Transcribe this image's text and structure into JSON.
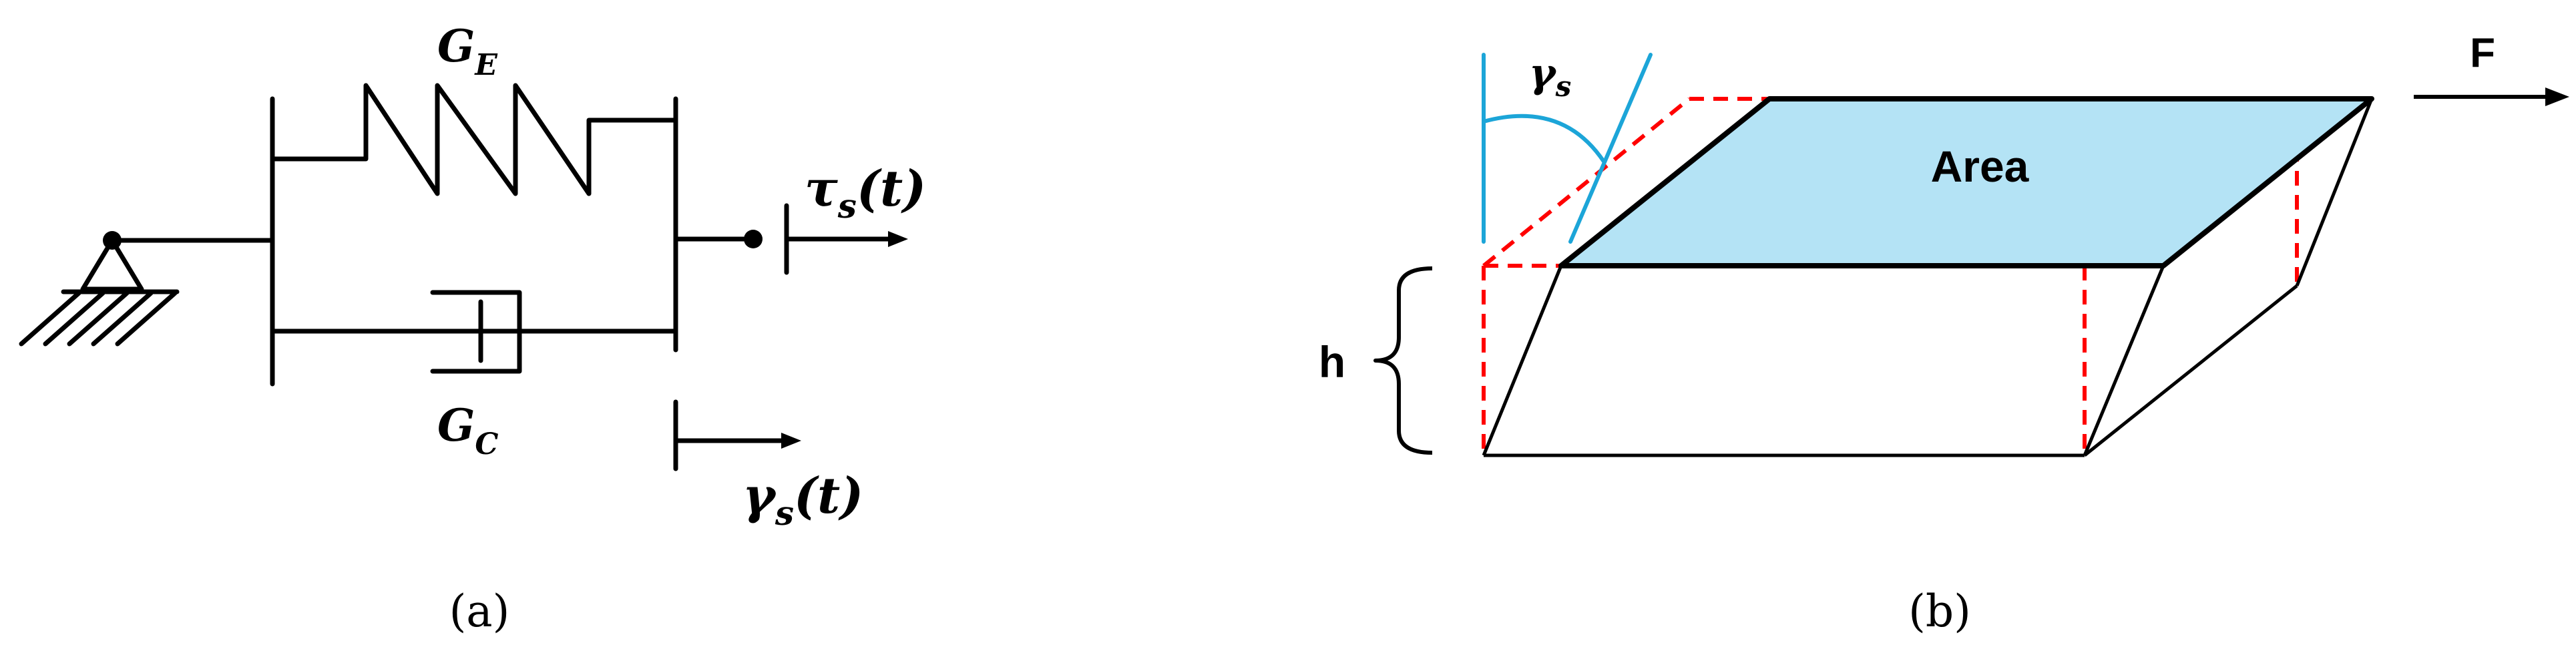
{
  "panel_a": {
    "caption": "(a)",
    "spring_label": {
      "main": "G",
      "sub": "E"
    },
    "dashpot_label": {
      "main": "G",
      "sub": "C"
    },
    "stress_label": {
      "main": "τ",
      "sub": "s",
      "arg": "(t)"
    },
    "strain_label": {
      "main": "γ",
      "sub": "s",
      "arg": "(t)"
    }
  },
  "panel_b": {
    "caption": "(b)",
    "area_label": "Area",
    "force_label": "F",
    "height_label": "h",
    "angle_label": {
      "main": "γ",
      "sub": "s"
    }
  },
  "colors": {
    "line": "#000000",
    "area_fill": "#b4e3f5",
    "angle": "#1ca5d8",
    "undeformed": "#ff0000"
  }
}
